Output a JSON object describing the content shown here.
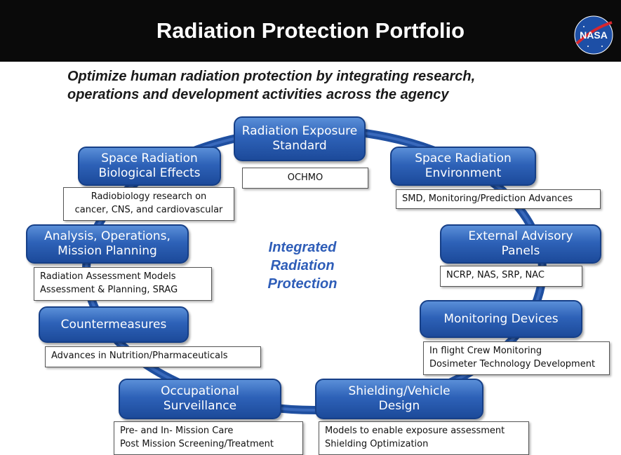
{
  "header": {
    "title": "Radiation Protection Portfolio",
    "logo_text": "NASA"
  },
  "subtitle": [
    "Optimize human radiation protection by integrating research,",
    "operations and development activities across the agency"
  ],
  "center_label": [
    "Integrated",
    "Radiation",
    "Protection"
  ],
  "nodes": {
    "exposure_standard": {
      "title": [
        "Radiation Exposure",
        "Standard"
      ],
      "note": [
        "OCHMO"
      ]
    },
    "environment": {
      "title": [
        "Space Radiation",
        "Environment"
      ],
      "note": [
        "SMD, Monitoring/Prediction Advances"
      ]
    },
    "advisory": {
      "title": [
        "External Advisory",
        "Panels"
      ],
      "note": [
        "NCRP, NAS, SRP, NAC"
      ]
    },
    "monitoring": {
      "title": [
        "Monitoring Devices"
      ],
      "note": [
        "In flight Crew Monitoring",
        "Dosimeter Technology Development"
      ]
    },
    "shielding": {
      "title": [
        "Shielding/Vehicle",
        "Design"
      ],
      "note": [
        "Models to enable exposure assessment",
        "Shielding Optimization"
      ]
    },
    "occupational": {
      "title": [
        "Occupational",
        "Surveillance"
      ],
      "note": [
        "Pre- and In- Mission Care",
        "Post Mission Screening/Treatment"
      ]
    },
    "countermeasures": {
      "title": [
        "Countermeasures"
      ],
      "note": [
        "Advances in Nutrition/Pharmaceuticals"
      ]
    },
    "analysis": {
      "title": [
        "Analysis, Operations,",
        "Mission Planning"
      ],
      "note": [
        "Radiation Assessment Models",
        "Assessment  & Planning, SRAG"
      ]
    },
    "biological": {
      "title": [
        "Space Radiation",
        "Biological Effects"
      ],
      "note": [
        "Radiobiology research on",
        "cancer, CNS, and cardiovascular"
      ]
    }
  },
  "colors": {
    "header_bg": "#0a0a0a",
    "box_blue": "#2e62b8",
    "ring_blue": "#1f4fa0",
    "center_text": "#2e5db8"
  }
}
